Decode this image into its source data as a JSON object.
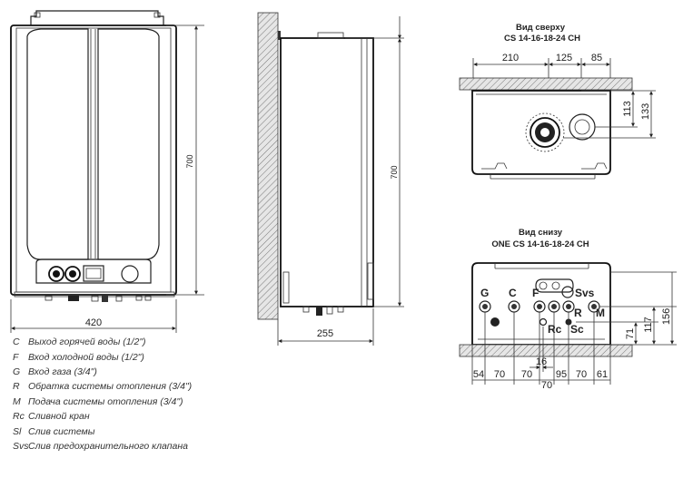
{
  "front": {
    "width_label": "420",
    "height_label": "700"
  },
  "side": {
    "depth_label": "255",
    "height_label": "700"
  },
  "top_view": {
    "title_line1": "Вид сверху",
    "title_line2": "CS 14-16-18-24 CH",
    "dims": {
      "a": "210",
      "b": "125",
      "c": "85",
      "v1": "113",
      "v2": "133"
    }
  },
  "bottom_view": {
    "title_line1": "Вид снизу",
    "title_line2": "ONE CS 14-16-18-24 CH",
    "conn_labels": {
      "g": "G",
      "c": "C",
      "f": "F",
      "svs": "Svs",
      "r": "R",
      "m": "M",
      "rc": "Rc",
      "sc": "Sc"
    },
    "dims": {
      "d1": "54",
      "d2": "70",
      "d3": "70",
      "d4": "70",
      "d5": "95",
      "d6": "70",
      "d7": "61",
      "d_small": "16",
      "v1": "71",
      "v2": "117",
      "v3": "156"
    }
  },
  "legend": [
    {
      "code": "C",
      "text": "Выход горячей воды   (1/2\")"
    },
    {
      "code": "F",
      "text": "Вход холодной воды   (1/2\")"
    },
    {
      "code": "G",
      "text": "Вход газа   (3/4\")"
    },
    {
      "code": "R",
      "text": "Обратка  системы отопления   (3/4\")"
    },
    {
      "code": "M",
      "text": "Подача системы отопления   (3/4\")"
    },
    {
      "code": "Rc",
      "text": "Сливной кран"
    },
    {
      "code": "Sl",
      "text": "Слив системы"
    },
    {
      "code": "Svs",
      "text": "Слив предохранительного клапана"
    }
  ]
}
